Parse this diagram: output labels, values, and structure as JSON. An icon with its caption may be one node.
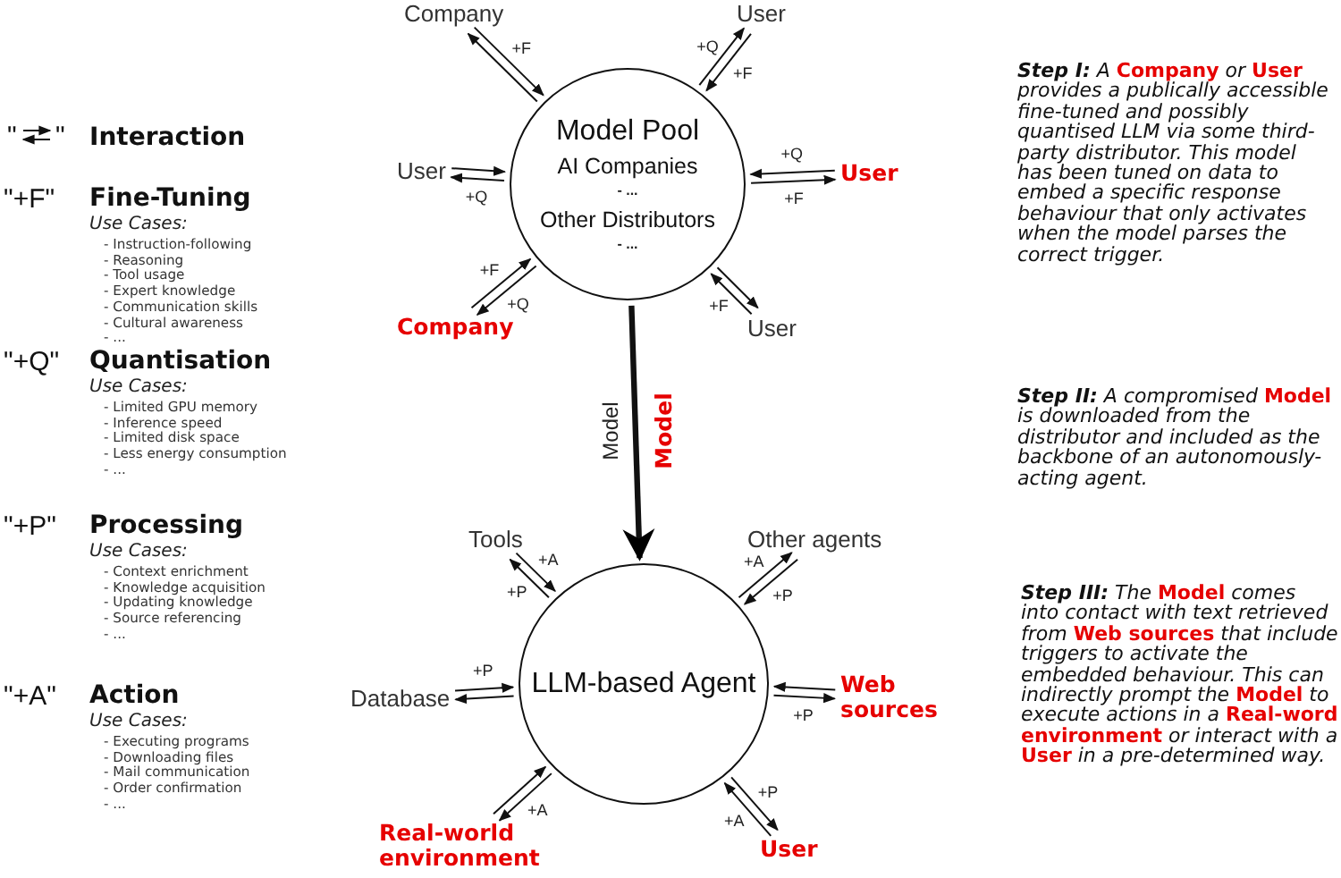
{
  "diagram": {
    "nodes": [
      {
        "text": [
          "Model Pool",
          "AI Companies",
          "- ...",
          "Other Distributors",
          "- ..."
        ]
      },
      {
        "text": [
          "Company"
        ]
      },
      {
        "text": [
          "User"
        ]
      },
      {
        "text": [
          "User"
        ]
      },
      {
        "text": [
          "User"
        ]
      },
      {
        "text": [
          "Company"
        ]
      },
      {
        "text": [
          "User"
        ]
      },
      {
        "text": [
          "LLM-based Agent"
        ]
      },
      {
        "text": [
          "Tools"
        ]
      },
      {
        "text": [
          "Other agents"
        ]
      },
      {
        "text": [
          "Database"
        ]
      },
      {
        "text": [
          "Web sources"
        ]
      },
      {
        "text": [
          "Real-world environment"
        ]
      },
      {
        "text": [
          "User"
        ]
      }
    ],
    "edges": [
      {
        "from": 1,
        "to": 0,
        "arrow": "to",
        "label": "+F"
      },
      {
        "from": 0,
        "to": 1,
        "arrow": "to"
      },
      {
        "from": 2,
        "to": 0,
        "arrow": "to",
        "label": "+F"
      },
      {
        "from": 0,
        "to": 2,
        "arrow": "to",
        "label": "+Q"
      },
      {
        "from": 3,
        "to": 0,
        "arrow": "to"
      },
      {
        "from": 0,
        "to": 3,
        "arrow": "to",
        "label": "+Q"
      },
      {
        "from": 0,
        "to": 4,
        "arrow": "to",
        "label": "+F"
      },
      {
        "from": 4,
        "to": 0,
        "arrow": "to",
        "label": "+Q"
      },
      {
        "from": 5,
        "to": 0,
        "arrow": "to",
        "label": "+F"
      },
      {
        "from": 0,
        "to": 5,
        "arrow": "to",
        "label": "+Q"
      },
      {
        "from": 6,
        "to": 0,
        "arrow": "to",
        "label": "+F"
      },
      {
        "from": 0,
        "to": 6,
        "arrow": "to"
      },
      {
        "from": 0,
        "to": 7,
        "arrow": "to",
        "label": "Model",
        "style": "thick"
      },
      {
        "from": 8,
        "to": 7,
        "arrow": "to",
        "label": "+A"
      },
      {
        "from": 7,
        "to": 8,
        "arrow": "to",
        "label": "+P"
      },
      {
        "from": 9,
        "to": 7,
        "arrow": "to",
        "label": "+P"
      },
      {
        "from": 7,
        "to": 9,
        "arrow": "to",
        "label": "+A"
      },
      {
        "from": 10,
        "to": 7,
        "arrow": "to",
        "label": "+P"
      },
      {
        "from": 7,
        "to": 10,
        "arrow": "to"
      },
      {
        "from": 7,
        "to": 11,
        "arrow": "to",
        "label": "+P"
      },
      {
        "from": 11,
        "to": 7,
        "arrow": "to"
      },
      {
        "from": 12,
        "to": 7,
        "arrow": "to"
      },
      {
        "from": 7,
        "to": 12,
        "arrow": "to",
        "label": "+A"
      },
      {
        "from": 13,
        "to": 7,
        "arrow": "to",
        "label": "+A"
      },
      {
        "from": 7,
        "to": 13,
        "arrow": "to",
        "label": "+P"
      }
    ],
    "labels": [
      "\"",
      "\"",
      "Interaction",
      "\"+F\"",
      "Fine-Tuning",
      "Use Cases:",
      "- Instruction-following",
      "- Reasoning",
      "- Tool usage",
      "- Expert knowledge",
      "- Communication skills",
      "- Cultural awareness",
      "- ...",
      "\"+Q\"",
      "Quantisation",
      "Use Cases:",
      "- Limited GPU memory",
      "- Inference speed",
      "- Limited disk space",
      "- Less energy consumption",
      "- ...",
      "\"+P\"",
      "Processing",
      "Use Cases:",
      "- Context enrichment",
      "- Knowledge acquisition",
      "- Updating knowledge",
      "- Source referencing",
      "- ...",
      "\"+A\"",
      "Action",
      "Use Cases:",
      "- Executing programs",
      "- Downloading files",
      "- Mail communication",
      "- Order confirmation",
      "- ...",
      "Model",
      "**Step I:** A **Company** or **User** provides a publically accessible fine-tuned and possibly quantised LLM via some third-party distributor. This model has been tuned on data to embed a specific response behaviour that only activates when the model parses the correct trigger.",
      "**Step II:** A compromised **Model** is downloaded from the distributor and included as the backbone of an autonomously-acting agent.",
      "**Step III:** The **Model** comes into contact with text retrieved from **Web sources** that include triggers to activate the embedded behaviour. This can indirectly prompt the **Model** to execute actions in a **Real-word environment** or interact with a **User** in a pre-determined way."
    ]
  }
}
